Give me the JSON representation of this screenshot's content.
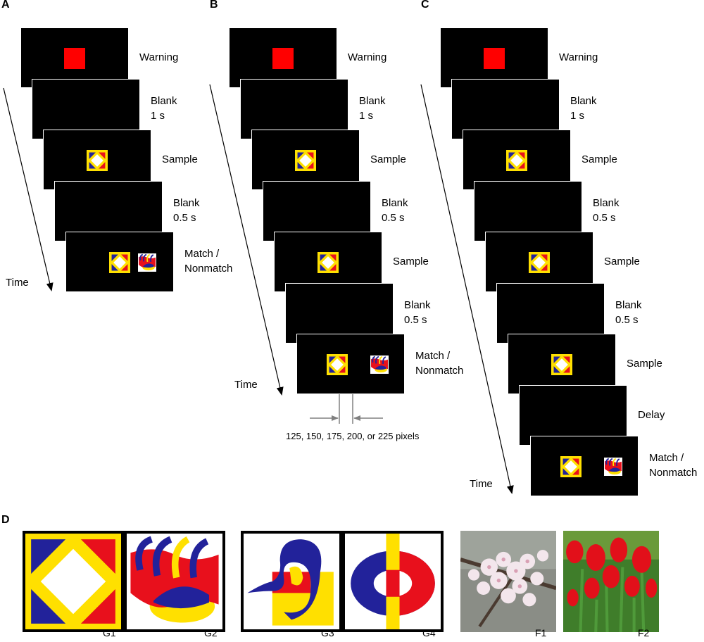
{
  "panels": {
    "a": {
      "letter": "A",
      "time_label": "Time",
      "steps": [
        {
          "line1": "Warning",
          "line2": ""
        },
        {
          "line1": "Blank",
          "line2": "1 s"
        },
        {
          "line1": "Sample",
          "line2": ""
        },
        {
          "line1": "Blank",
          "line2": "0.5 s"
        },
        {
          "line1": "Match /",
          "line2": "Nonmatch"
        }
      ]
    },
    "b": {
      "letter": "B",
      "time_label": "Time",
      "spacing_note": "125, 150, 175, 200, or 225 pixels",
      "steps": [
        {
          "line1": "Warning",
          "line2": ""
        },
        {
          "line1": "Blank",
          "line2": "1 s"
        },
        {
          "line1": "Sample",
          "line2": ""
        },
        {
          "line1": "Blank",
          "line2": "0.5 s"
        },
        {
          "line1": "Sample",
          "line2": ""
        },
        {
          "line1": "Blank",
          "line2": "0.5 s"
        },
        {
          "line1": "Match /",
          "line2": "Nonmatch"
        }
      ]
    },
    "c": {
      "letter": "C",
      "time_label": "Time",
      "steps": [
        {
          "line1": "Warning",
          "line2": ""
        },
        {
          "line1": "Blank",
          "line2": "1 s"
        },
        {
          "line1": "Sample",
          "line2": ""
        },
        {
          "line1": "Blank",
          "line2": "0.5 s"
        },
        {
          "line1": "Sample",
          "line2": ""
        },
        {
          "line1": "Blank",
          "line2": "0.5 s"
        },
        {
          "line1": "Sample",
          "line2": ""
        },
        {
          "line1": "Delay",
          "line2": ""
        },
        {
          "line1": "Match /",
          "line2": "Nonmatch"
        }
      ]
    },
    "d": {
      "letter": "D",
      "stimuli": [
        {
          "label": "G1",
          "icon": "geometric-diamond-icon"
        },
        {
          "label": "G2",
          "icon": "wavy-flag-icon"
        },
        {
          "label": "G3",
          "icon": "swirl-square-icon"
        },
        {
          "label": "G4",
          "icon": "ring-bar-icon"
        },
        {
          "label": "F1",
          "icon": "cherry-blossom-photo"
        },
        {
          "label": "F2",
          "icon": "tulip-photo"
        }
      ]
    }
  },
  "colors": {
    "warning": "#ff0000",
    "yellow": "#ffe000",
    "blue": "#22229a",
    "red": "#e8101c"
  }
}
